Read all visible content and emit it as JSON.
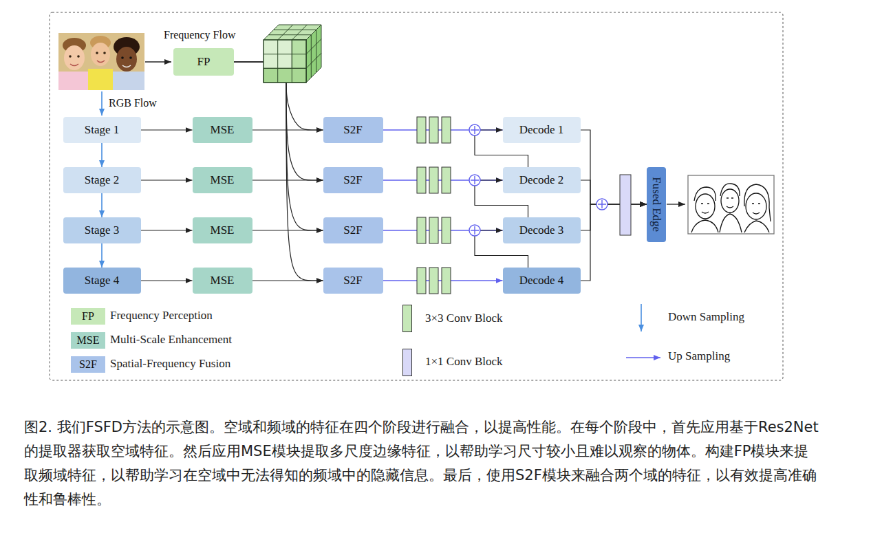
{
  "diagram": {
    "caption": "图2. 我们FSFD方法的示意图。空域和频域的特征在四个阶段进行融合，以提高性能。在每个阶段中，首先应用基于Res2Net的提取器获取空域特征。然后应用MSE模块提取多尺度边缘特征，以帮助学习尺寸较小且难以观察的物体。构建FP模块来提取频域特征，以帮助学习在空域中无法得知的频域中的隐藏信息。最后，使用S2F模块来融合两个域的特征，以有效提高准确性和鲁棒性。",
    "nodes": [
      {
        "text": [
          "FP"
        ]
      },
      {
        "text": [
          "Stage 1"
        ]
      },
      {
        "text": [
          "MSE"
        ]
      },
      {
        "text": [
          "S2F"
        ]
      },
      {
        "text": [
          "Decode 1"
        ]
      },
      {
        "text": [
          "Stage 2"
        ]
      },
      {
        "text": [
          "MSE"
        ]
      },
      {
        "text": [
          "S2F"
        ]
      },
      {
        "text": [
          "Decode 2"
        ]
      },
      {
        "text": [
          "Stage 3"
        ]
      },
      {
        "text": [
          "MSE"
        ]
      },
      {
        "text": [
          "S2F"
        ]
      },
      {
        "text": [
          "Decode 3"
        ]
      },
      {
        "text": [
          "Stage 4"
        ]
      },
      {
        "text": [
          "MSE"
        ]
      },
      {
        "text": [
          "S2F"
        ]
      },
      {
        "text": [
          "Decode 4"
        ]
      },
      {
        "text": [
          "Fused Edge"
        ]
      }
    ],
    "edges": [
      {
        "from": 0,
        "to": 3,
        "arrow": "to"
      },
      {
        "from": 0,
        "to": 7,
        "arrow": "to"
      },
      {
        "from": 0,
        "to": 11,
        "arrow": "to"
      },
      {
        "from": 0,
        "to": 15,
        "arrow": "to"
      },
      {
        "from": 1,
        "to": 2,
        "arrow": "to"
      },
      {
        "from": 2,
        "to": 3,
        "arrow": "to"
      },
      {
        "from": 3,
        "to": 4,
        "arrow": "to"
      },
      {
        "from": 5,
        "to": 6,
        "arrow": "to"
      },
      {
        "from": 6,
        "to": 7,
        "arrow": "to"
      },
      {
        "from": 7,
        "to": 8,
        "arrow": "to"
      },
      {
        "from": 9,
        "to": 10,
        "arrow": "to"
      },
      {
        "from": 10,
        "to": 11,
        "arrow": "to"
      },
      {
        "from": 11,
        "to": 12,
        "arrow": "to"
      },
      {
        "from": 13,
        "to": 14,
        "arrow": "to"
      },
      {
        "from": 14,
        "to": 15,
        "arrow": "to"
      },
      {
        "from": 15,
        "to": 16,
        "arrow": "to"
      },
      {
        "from": 1,
        "to": 5,
        "arrow": "to"
      },
      {
        "from": 5,
        "to": 9,
        "arrow": "to"
      },
      {
        "from": 9,
        "to": 13,
        "arrow": "to"
      },
      {
        "from": 8,
        "to": 4,
        "arrow": "to"
      },
      {
        "from": 12,
        "to": 8,
        "arrow": "to"
      },
      {
        "from": 16,
        "to": 12,
        "arrow": "to"
      },
      {
        "from": 4,
        "to": 17,
        "arrow": "to"
      },
      {
        "from": 8,
        "to": 17,
        "arrow": "to"
      },
      {
        "from": 12,
        "to": 17,
        "arrow": "to"
      },
      {
        "from": 16,
        "to": 17,
        "arrow": "to"
      }
    ],
    "labels": [
      "Frequency Flow",
      "RGB Flow",
      "FP",
      "MSE",
      "S2F"
    ],
    "legend": [
      {
        "text": "Frequency Perception",
        "color": "#c6e8b8"
      },
      {
        "text": "Multi-Scale Enhancement",
        "color": "#a6d6c8"
      },
      {
        "text": "Spatial-Frequency Fusion",
        "color": "#a9c3ea"
      },
      {
        "text": "3×3 Conv Block",
        "color": "#c6e8b8"
      },
      {
        "text": "1×1 Conv Block",
        "color": "#d9d9f8"
      },
      {
        "text": "Down Sampling"
      },
      {
        "text": "Up Sampling"
      }
    ]
  }
}
